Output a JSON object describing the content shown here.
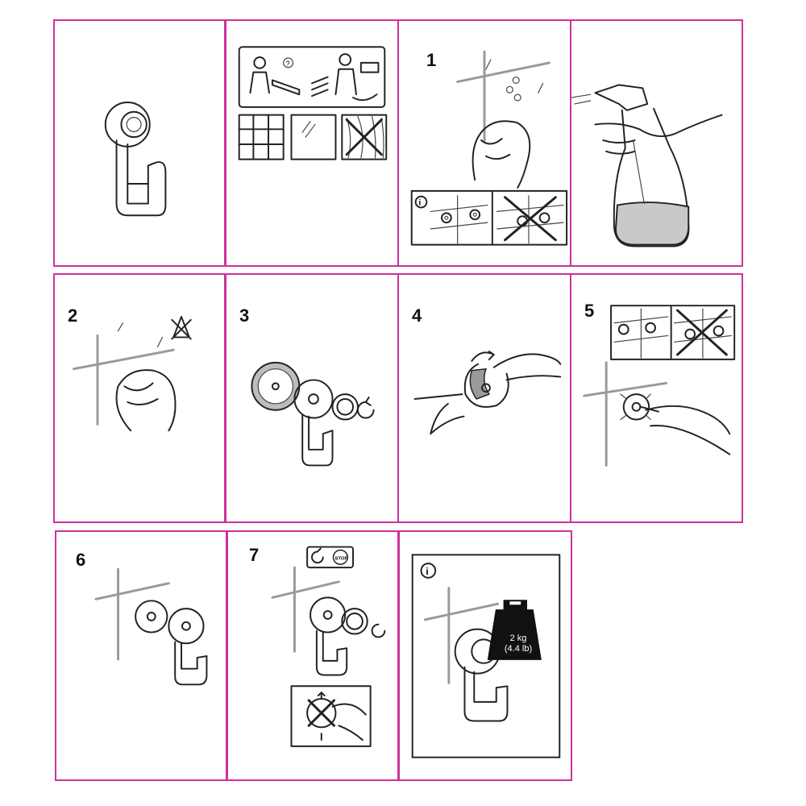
{
  "steps": {
    "s1": "1",
    "s2": "2",
    "s3": "3",
    "s4": "4",
    "s5": "5",
    "s6": "6",
    "s7": "7"
  },
  "info_icon": "i",
  "stop_label": "STOP",
  "weight": {
    "line1": "2 kg",
    "line2": "(4.4 lb)"
  },
  "border_color": "#d0309a",
  "icons": [
    "suction-hook-icon",
    "info-icon",
    "stop-icon",
    "rotate-arrow-icon",
    "weight-icon",
    "spray-bottle-icon",
    "hand-icon",
    "cross-icon"
  ]
}
